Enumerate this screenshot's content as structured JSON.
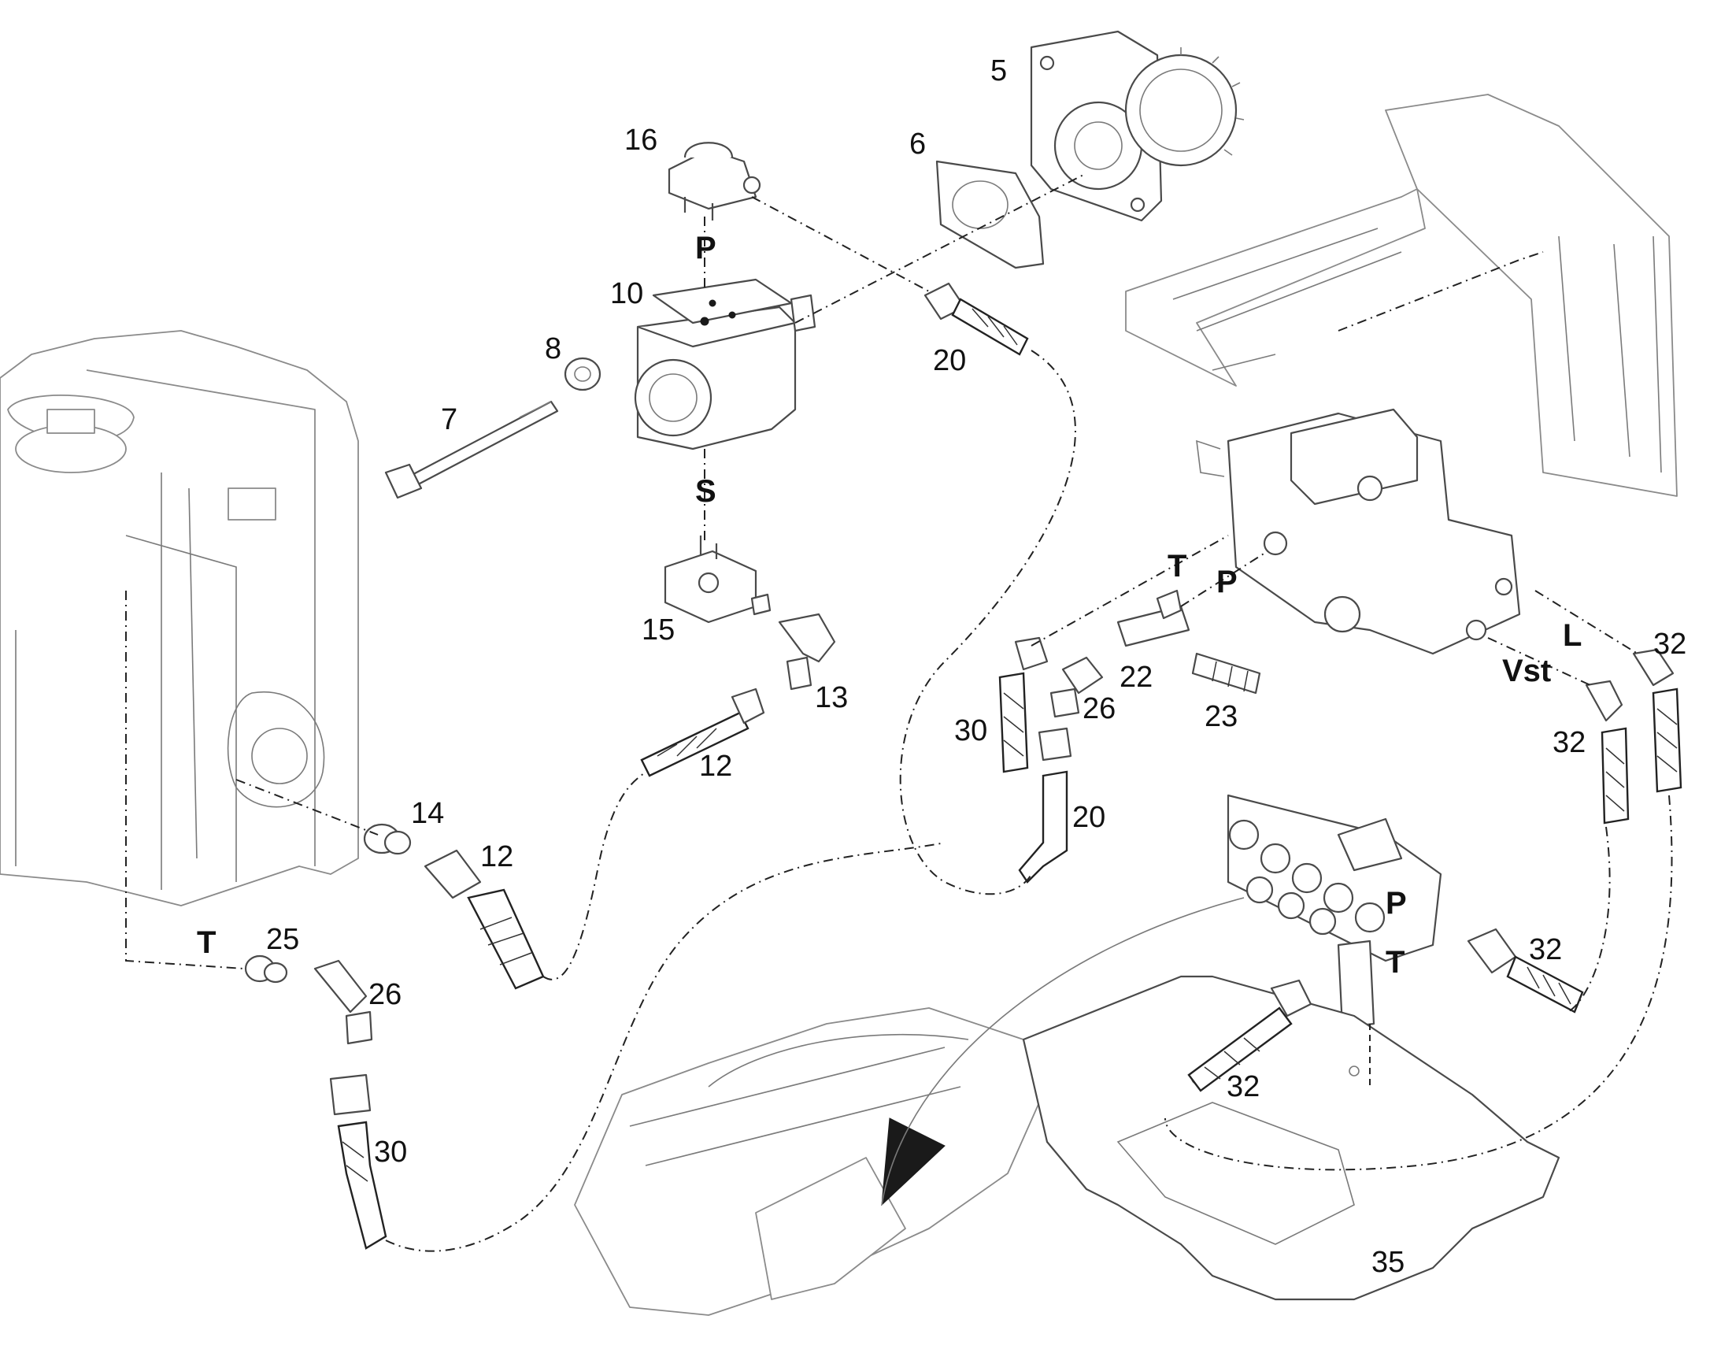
{
  "callouts": {
    "c5": "5",
    "c6": "6",
    "c7": "7",
    "c8": "8",
    "c10": "10",
    "c12a": "12",
    "c12b": "12",
    "c13": "13",
    "c14": "14",
    "c15": "15",
    "c16": "16",
    "c20a": "20",
    "c20b": "20",
    "c22": "22",
    "c23": "23",
    "c25": "25",
    "c26a": "26",
    "c26b": "26",
    "c30a": "30",
    "c30b": "30",
    "c32a": "32",
    "c32b": "32",
    "c32c": "32",
    "c32d": "32",
    "c35": "35"
  },
  "ports": {
    "p_pump": "P",
    "s_pump": "S",
    "t_valve": "T",
    "p_valve": "P",
    "l_valve": "L",
    "vst_valve": "Vst",
    "p_manifold": "P",
    "t_manifold": "T",
    "t_tank": "T"
  }
}
